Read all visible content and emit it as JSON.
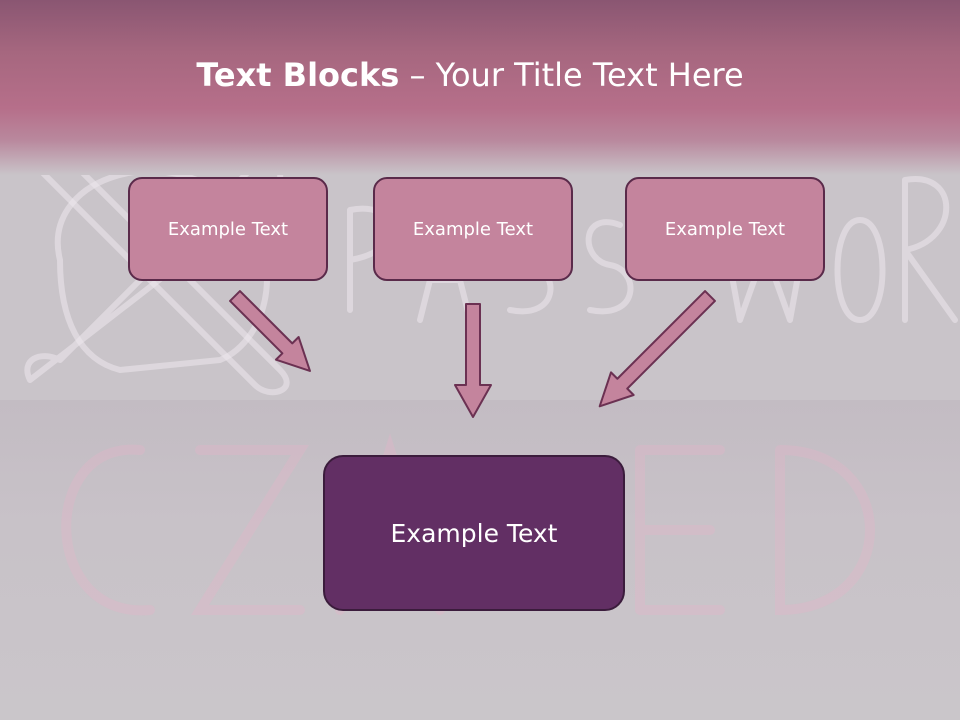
{
  "title": {
    "bold": "Text Blocks",
    "separator": " – ",
    "rest": "Your Title Text Here"
  },
  "boxes": {
    "top": [
      "Example Text",
      "Example Text",
      "Example Text"
    ],
    "bottom": "Example Text"
  },
  "colors": {
    "header": "#b66f8a",
    "box_fill": "#c4849d",
    "box_border": "#5a2a4a",
    "center_box_fill": "#622f64",
    "arrow_fill": "#c4849d",
    "arrow_stroke": "#6b3152"
  }
}
